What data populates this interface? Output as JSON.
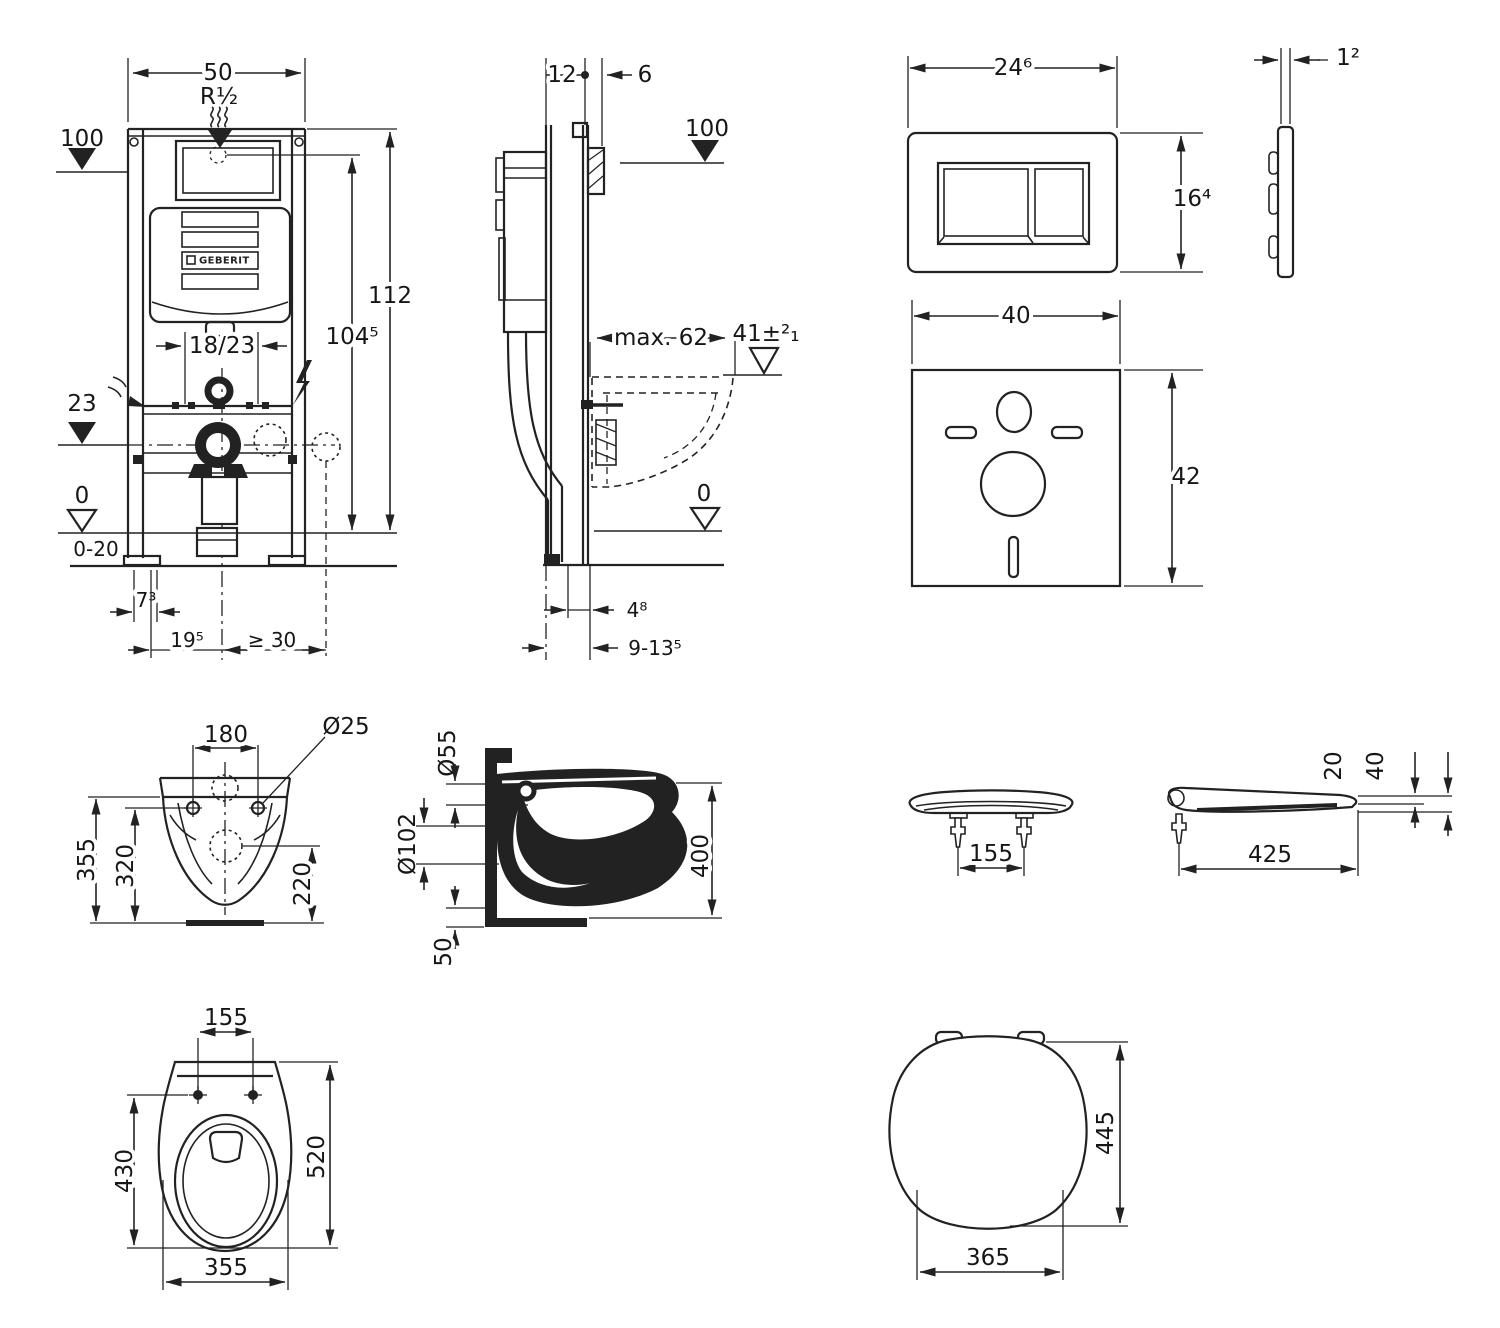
{
  "page": {
    "background": "#ffffff",
    "line_color": "#222222"
  },
  "frame_front": {
    "width": "50",
    "thread": "R½",
    "level_supply": "100",
    "height_total": "112",
    "height_top": "104⁵",
    "outlet_offset": "18/23",
    "level_drain": "23",
    "level_floor": "0",
    "floor_range": "0-20",
    "foot_offset": "7³",
    "drain_offset": "19⁵",
    "clearance": "≥ 30",
    "logo": "GEBERIT"
  },
  "frame_side": {
    "depth": "12",
    "panel": "6",
    "level_supply": "100",
    "max_depth": "max. 62",
    "seat_height": "41±²₁",
    "level_floor": "0",
    "panel_front": "4⁸",
    "adjust_range": "9-13⁵"
  },
  "flush_plate": {
    "width": "24⁶",
    "height": "16⁴",
    "thickness": "1²"
  },
  "sound_pad": {
    "width": "40",
    "height": "42"
  },
  "bowl_front": {
    "hole_spacing": "180",
    "hole_dia": "Ø25",
    "height": "355",
    "hole_height": "320",
    "outlet_height": "220"
  },
  "bowl_side": {
    "inlet_dia": "Ø55",
    "outlet_dia": "Ø102",
    "depth": "400",
    "bottom_gap": "50"
  },
  "seat_front": {
    "hinge_spacing": "155"
  },
  "seat_side": {
    "length": "425",
    "thickness": "20",
    "height": "40"
  },
  "bowl_plan": {
    "hinge_spacing": "155",
    "bowl_length": "430",
    "length": "520",
    "width": "355"
  },
  "seat_plan": {
    "length": "445",
    "width": "365"
  }
}
